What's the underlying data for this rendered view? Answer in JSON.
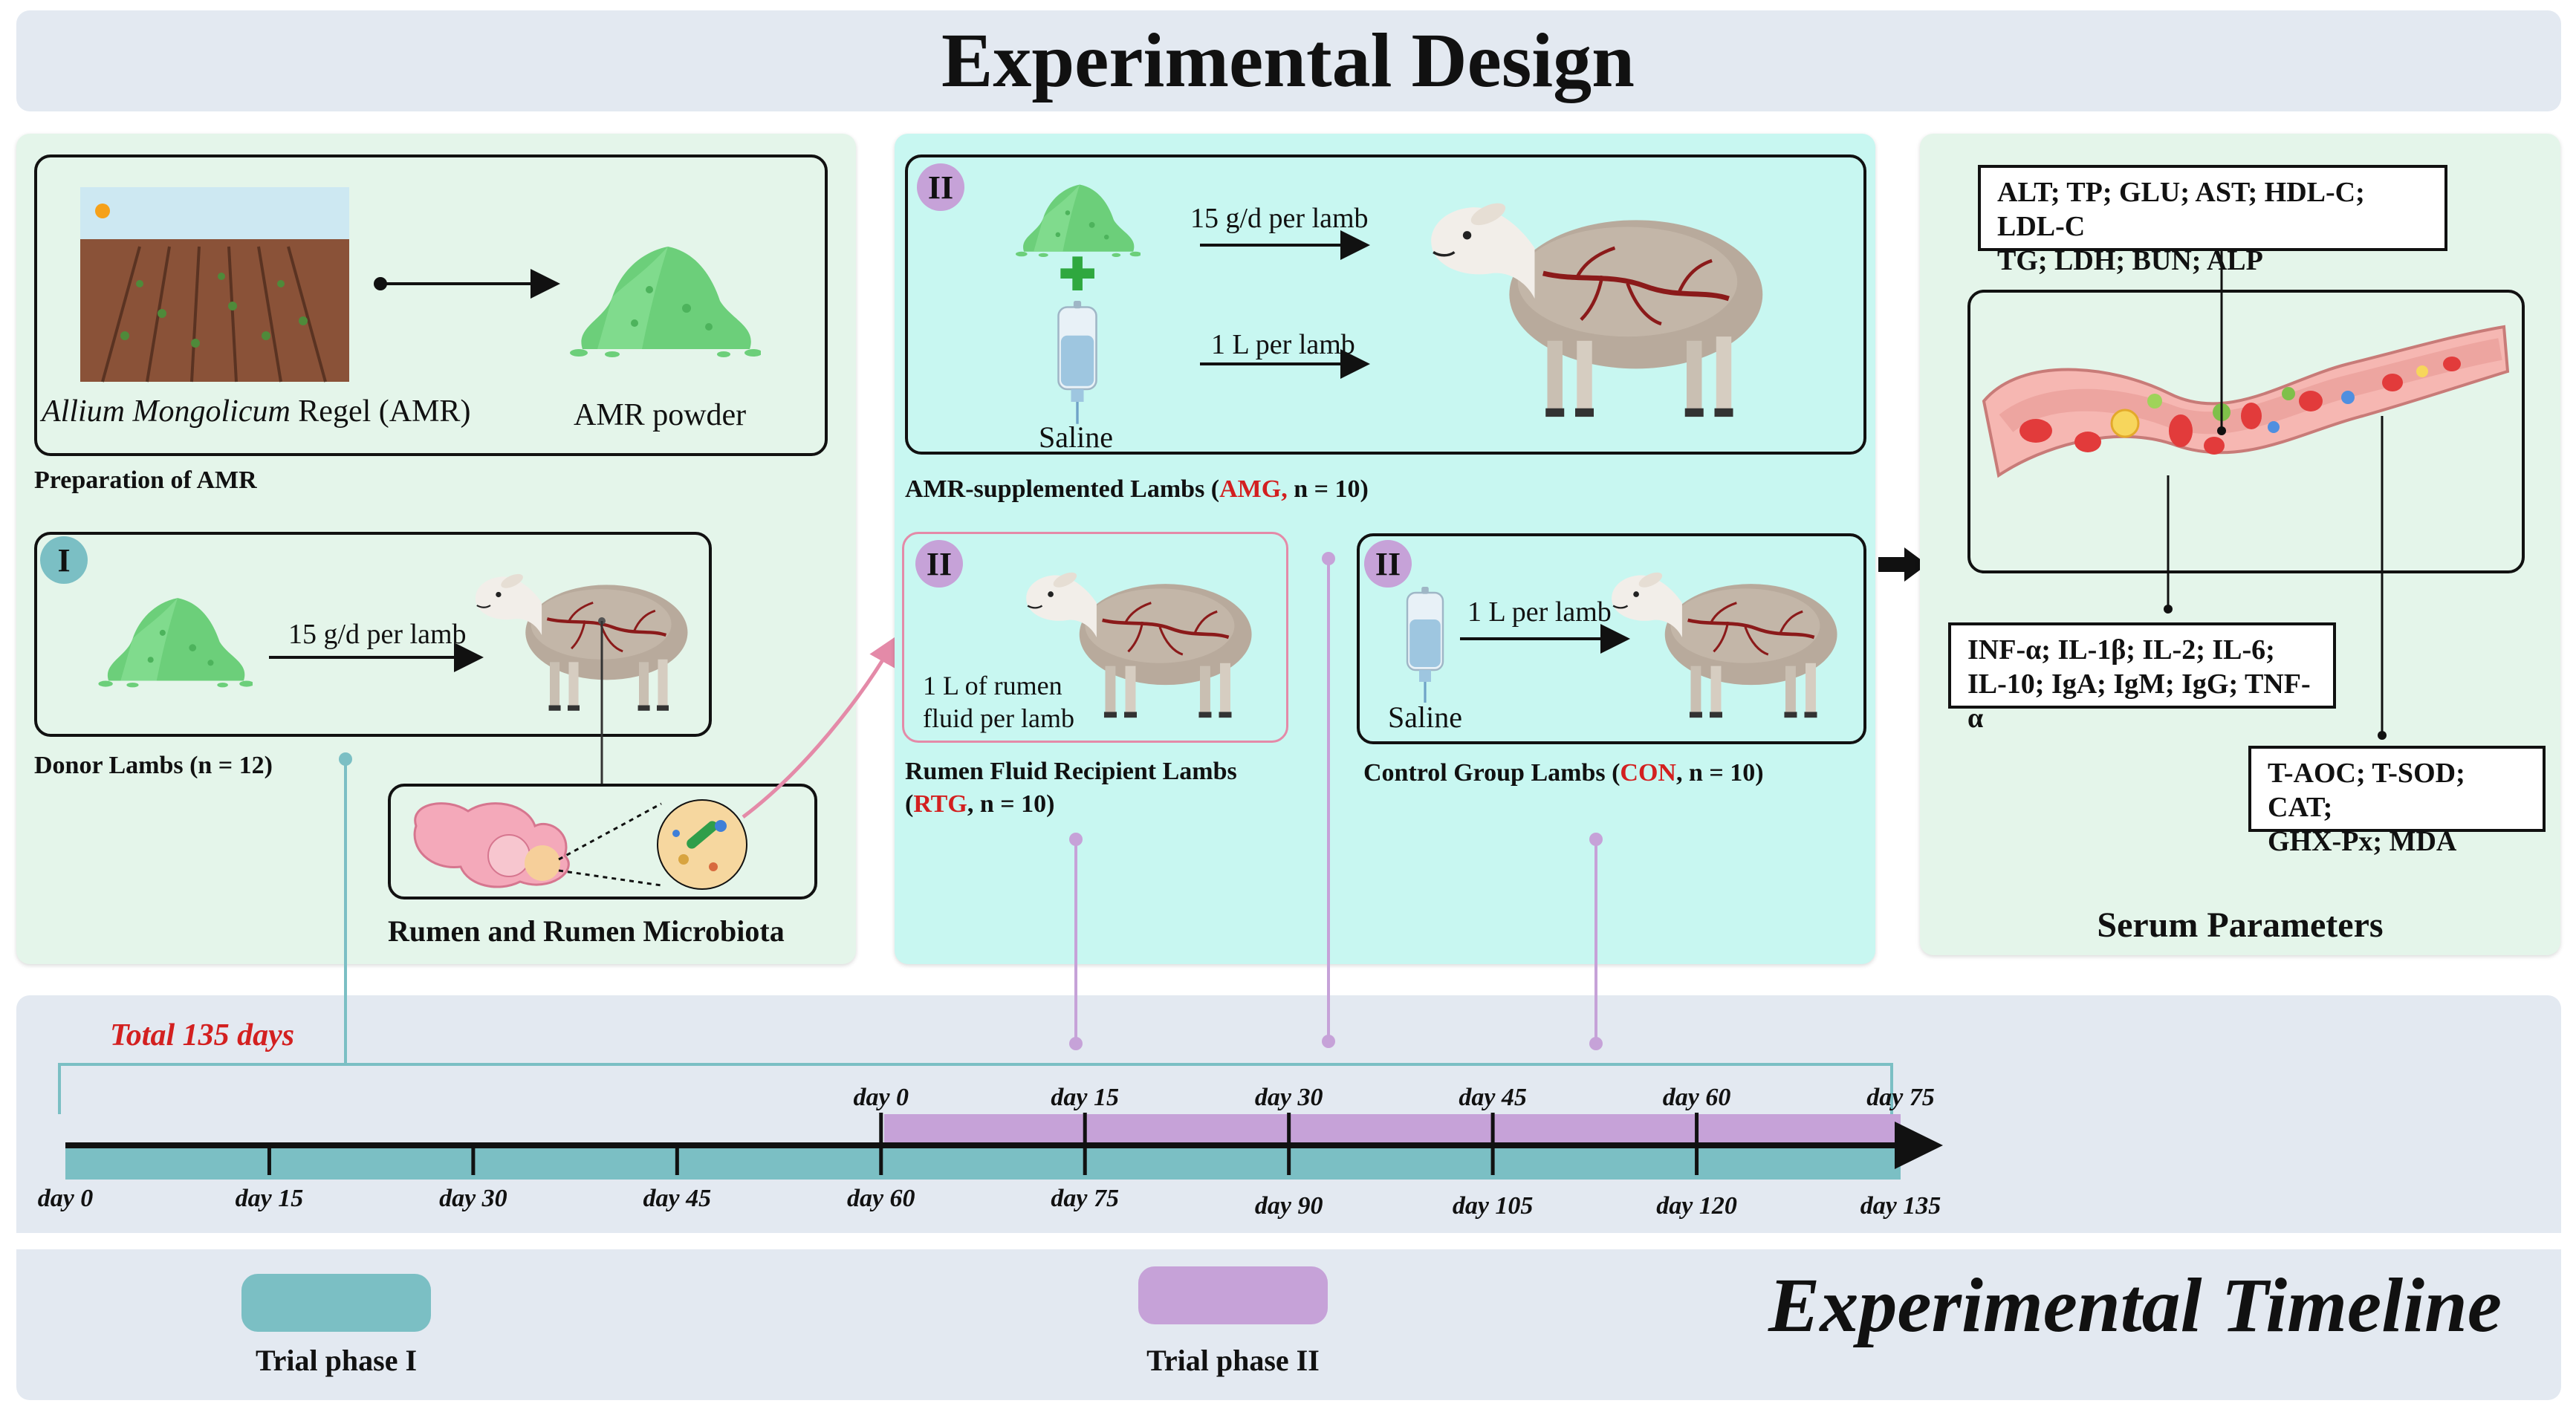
{
  "title": "Experimental Design",
  "timeline_title": "Experimental Timeline",
  "prep": {
    "plant_label_italic": "Allium Mongolicum",
    "plant_label_rest": " Regel (AMR)",
    "powder_label": "AMR powder",
    "caption": "Preparation of AMR"
  },
  "donor": {
    "badge": "I",
    "dose": "15 g/d per lamb",
    "caption": "Donor Lambs (n = 12)",
    "rumen_caption": "Rumen and Rumen Microbiota"
  },
  "amg": {
    "badge": "II",
    "dose1": "15 g/d per lamb",
    "dose2": "1 L per lamb",
    "saline": "Saline",
    "caption_a": "AMR-supplemented Lambs (",
    "caption_code": "AMG,",
    "caption_b": " n = 10)"
  },
  "rtg": {
    "badge": "II",
    "dose_line1": "1 L of rumen",
    "dose_line2": "fluid per lamb",
    "caption_line1": "Rumen Fluid Recipient Lambs",
    "caption_open": "(",
    "caption_code": "RTG",
    "caption_b": ", n = 10)"
  },
  "con": {
    "badge": "II",
    "dose": "1 L per lamb",
    "saline": "Saline",
    "caption_a": "Control Group Lambs (",
    "caption_code": "CON",
    "caption_b": ", n = 10)"
  },
  "serum": {
    "box1_line1": "ALT; TP; GLU; AST; HDL-C; LDL-C",
    "box1_line2": "TG; LDH; BUN; ALP",
    "box2_line1": "INF-α; IL-1β; IL-2; IL-6;",
    "box2_line2": "IL-10; IgA; IgM; IgG; TNF-α",
    "box3_line1": "T-AOC; T-SOD; CAT;",
    "box3_line2": "GHX-Px; MDA",
    "caption": "Serum Parameters"
  },
  "timeline": {
    "total": "Total 135 days",
    "upper_ticks": [
      "day 0",
      "day 15",
      "day 30",
      "day 45",
      "day 60",
      "day 75"
    ],
    "lower_ticks": [
      "day 0",
      "day 15",
      "day 30",
      "day 45",
      "day 60",
      "day 75",
      "day 90",
      "day 105",
      "day 120",
      "day 135"
    ],
    "legend": [
      "Trial phase I",
      "Trial phase II"
    ]
  },
  "colors": {
    "phase1": "#7bbfc4",
    "phase2": "#c6a2d8",
    "panel_left": "#e4f5ea",
    "panel_mid": "#c8f7f1",
    "banner": "#e3e9f1",
    "accent_red": "#d32020",
    "powder_green": "#6ccf7a"
  }
}
